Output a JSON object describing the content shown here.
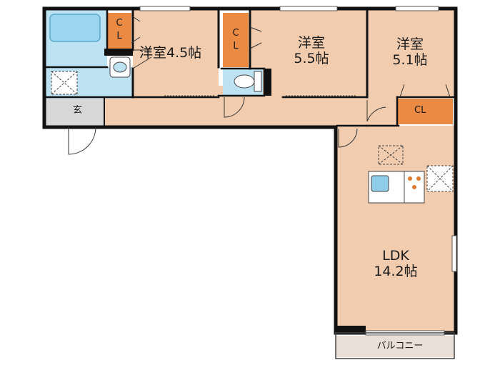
{
  "colors": {
    "room": "#f2ccae",
    "closet": "#ea8a43",
    "wet": "#bde2f2",
    "entrance": "#d7d7d7",
    "balcony": "#e9dfd6",
    "wall": "#111111"
  },
  "rooms": {
    "western_a": {
      "name": "洋室4.5帖"
    },
    "western_b": {
      "name": "洋室",
      "size": "5.5帖"
    },
    "western_c": {
      "name": "洋室",
      "size": "5.1帖"
    },
    "ldk": {
      "name": "LDK",
      "size": "14.2帖"
    },
    "entrance": {
      "name": "玄"
    },
    "balcony": {
      "name": "バルコニー"
    }
  },
  "closets": {
    "cl_a": {
      "c": "C",
      "l": "L"
    },
    "cl_b": {
      "c": "C",
      "l": "L"
    },
    "cl_c": {
      "label": "CL"
    }
  },
  "fixtures": [
    "bathtub-icon",
    "washbasin-icon",
    "washing-machine-icon",
    "toilet-icon",
    "kitchen-sink-icon",
    "stove-icon",
    "refrigerator-icon"
  ]
}
